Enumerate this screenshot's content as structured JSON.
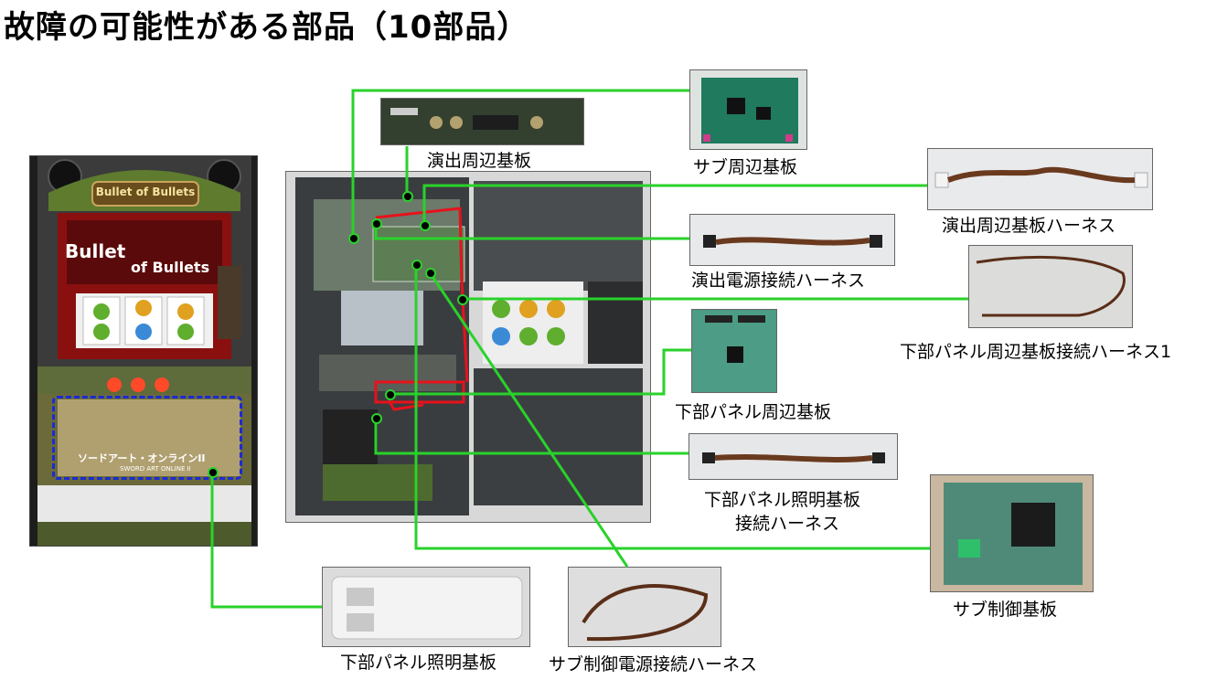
{
  "title": "故障の可能性がある部品（10部品）",
  "machine": {
    "logo_text": "Bullet of Bullets",
    "screen_text_1": "Bullet",
    "screen_text_2": "of Bullets",
    "lower_panel_text": "ソードアート・オンラインII",
    "lower_panel_subtext": "SWORD ART ONLINE II"
  },
  "parts": [
    {
      "id": "ensyutsu-shuhen-kiban",
      "label": "演出周辺基板"
    },
    {
      "id": "sub-shuhen-kiban",
      "label": "サブ周辺基板"
    },
    {
      "id": "ensyutsu-shuhen-harness",
      "label": "演出周辺基板ハーネス"
    },
    {
      "id": "ensyutsu-dengen-harness",
      "label": "演出電源接続ハーネス"
    },
    {
      "id": "kabu-panel-shuhen-harness",
      "label": "下部パネル周辺基板接続ハーネス1"
    },
    {
      "id": "kabu-panel-shuhen-kiban",
      "label": "下部パネル周辺基板"
    },
    {
      "id": "kabu-panel-shomei-harness",
      "label_line1": "下部パネル照明基板",
      "label_line2": "接続ハーネス"
    },
    {
      "id": "sub-seigyo-kiban",
      "label": "サブ制御基板"
    },
    {
      "id": "kabu-panel-shomei-kiban",
      "label": "下部パネル照明基板"
    },
    {
      "id": "sub-seigyo-dengen-harness",
      "label": "サブ制御電源接続ハーネス"
    }
  ],
  "colors": {
    "connector": "#29d22a",
    "highlight": "#e8111b",
    "lower_panel_outline": "#1a2bd6"
  }
}
